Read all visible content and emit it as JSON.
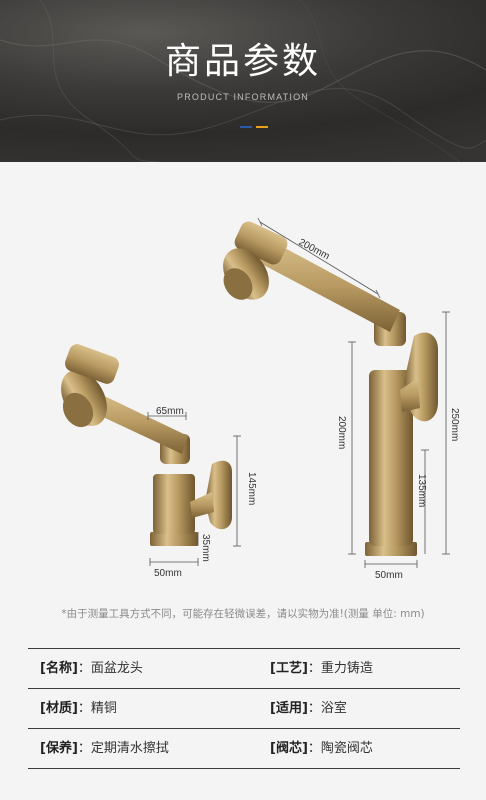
{
  "header": {
    "title": "商品参数",
    "subtitle": "PRODUCT INFORMATION",
    "accent_colors": [
      "#2a5aa8",
      "#e8a21a"
    ]
  },
  "dimensions": {
    "small_arm": "65mm",
    "small_height": "145mm",
    "small_base": "35mm",
    "small_width": "50mm",
    "large_arm": "200mm",
    "large_body": "200mm",
    "large_total": "250mm",
    "large_lower": "135mm",
    "large_width": "50mm"
  },
  "note": "*由于测量工具方式不同，可能存在轻微误差，请以实物为准!(测量 单位: mm)",
  "params": [
    {
      "left_label": "[名称]",
      "left_value": "面盆龙头",
      "right_label": "[工艺]",
      "right_value": "重力铸造"
    },
    {
      "left_label": "[材质]",
      "left_value": "精铜",
      "right_label": "[适用]",
      "right_value": "浴室"
    },
    {
      "left_label": "[保养]",
      "left_value": "定期清水擦拭",
      "right_label": "[阀芯]",
      "right_value": "陶瓷阀芯"
    }
  ],
  "colors": {
    "brass_light": "#d9bf8a",
    "brass_mid": "#b89a62",
    "brass_dark": "#7c6236"
  }
}
